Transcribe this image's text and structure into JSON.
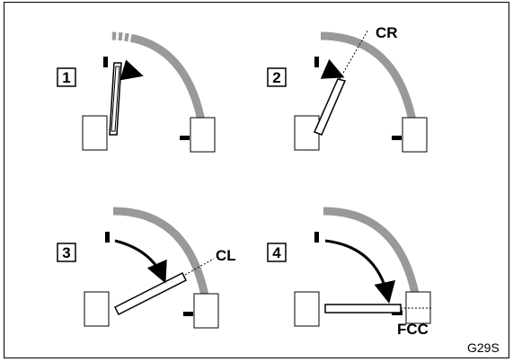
{
  "panels": [
    {
      "number": "1",
      "label": ""
    },
    {
      "number": "2",
      "label": "CR"
    },
    {
      "number": "3",
      "label": "CL"
    },
    {
      "number": "4",
      "label": "FCC"
    }
  ],
  "figure_code": "G29S",
  "colors": {
    "ink": "#000000",
    "arc": "#999999",
    "background": "#ffffff"
  }
}
